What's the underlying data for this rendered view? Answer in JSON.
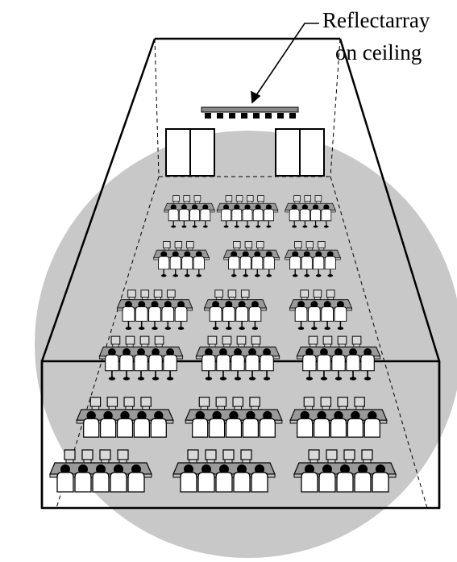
{
  "annotation": {
    "line1": "Reflectarray",
    "line2": "on ceiling"
  },
  "colors": {
    "coverage": "#c8c8c8",
    "ink": "#000000",
    "desk": "#9a9a9a",
    "monitor": "#d9d9d9",
    "chair": "#ffffff",
    "reflectarray_panel": "#8a8a8a"
  },
  "icons": {
    "reflectarray": "reflectarray-icon",
    "door": "door-icon",
    "workstation": "workstation-icon",
    "arrow": "arrow-icon"
  },
  "room": {
    "desk_rows": [
      [
        4,
        5,
        4
      ],
      [
        4,
        4,
        4
      ],
      [
        5,
        4,
        4
      ],
      [
        5,
        5,
        5
      ],
      [
        5,
        5,
        5
      ],
      [
        5,
        5,
        5
      ]
    ]
  }
}
